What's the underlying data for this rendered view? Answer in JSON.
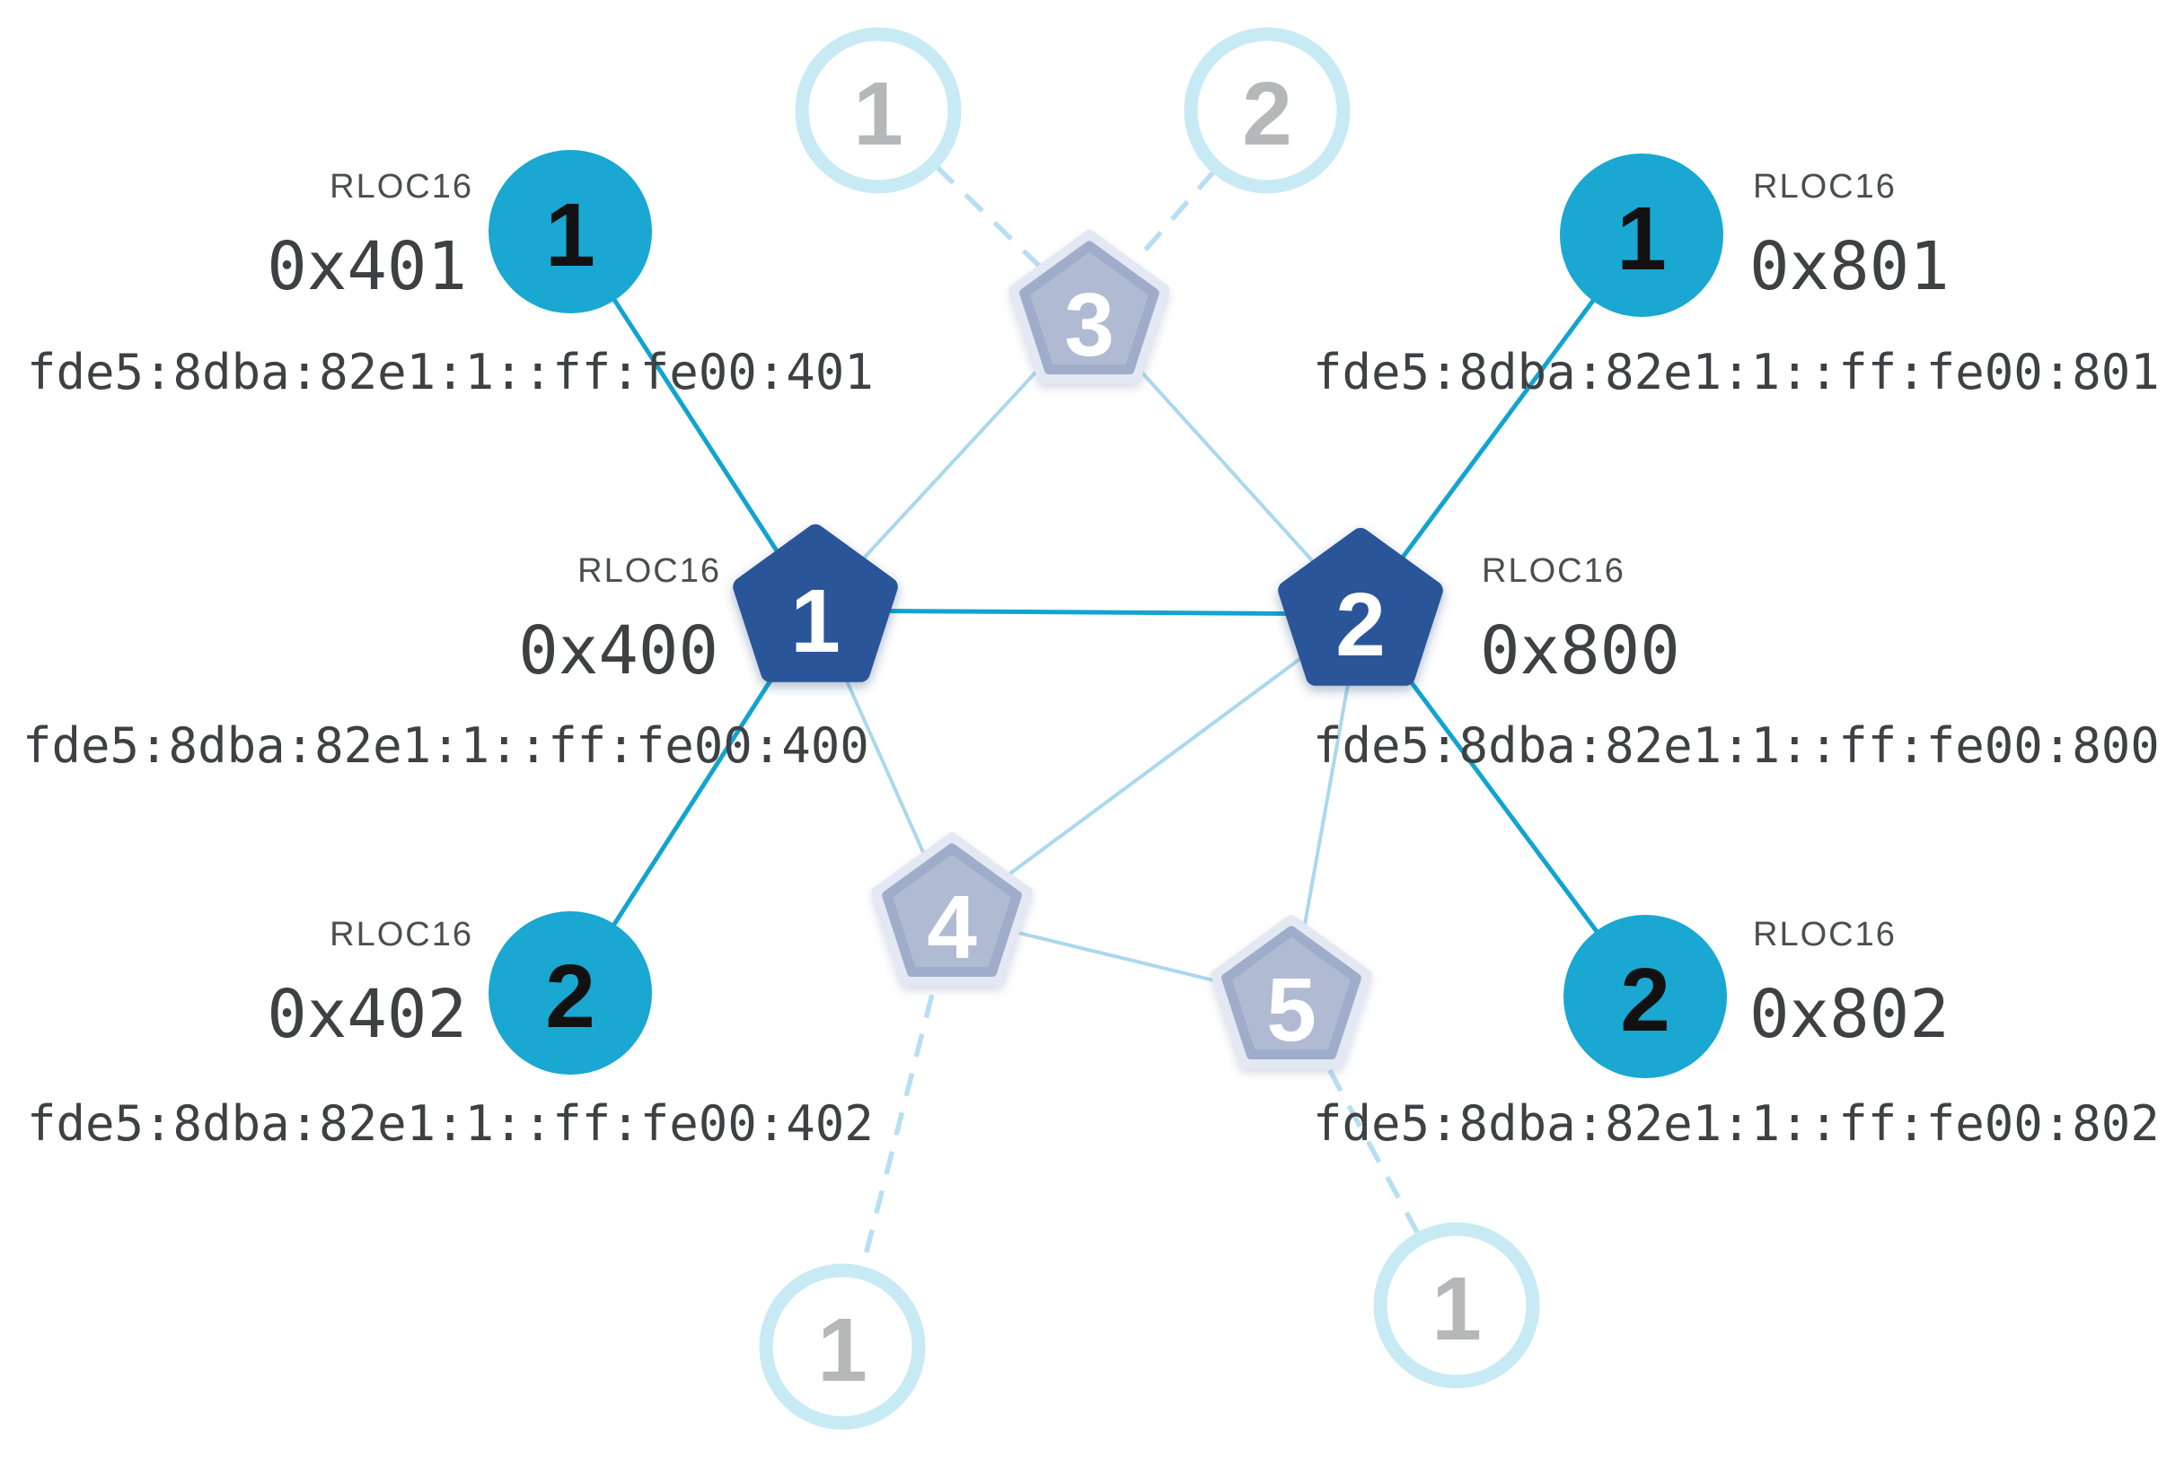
{
  "labels": {
    "rloc16": "RLOC16"
  },
  "routers": {
    "r400": {
      "number": "1",
      "rloc16": "0x400",
      "ipv6": "fde5:8dba:82e1:1::ff:fe00:400"
    },
    "r800": {
      "number": "2",
      "rloc16": "0x800",
      "ipv6": "fde5:8dba:82e1:1::ff:fe00:800"
    },
    "r3": {
      "number": "3"
    },
    "r4": {
      "number": "4"
    },
    "r5": {
      "number": "5"
    }
  },
  "children": {
    "c401": {
      "number": "1",
      "rloc16": "0x401",
      "ipv6": "fde5:8dba:82e1:1::ff:fe00:401"
    },
    "c402": {
      "number": "2",
      "rloc16": "0x402",
      "ipv6": "fde5:8dba:82e1:1::ff:fe00:402"
    },
    "c801": {
      "number": "1",
      "rloc16": "0x801",
      "ipv6": "fde5:8dba:82e1:1::ff:fe00:801"
    },
    "c802": {
      "number": "2",
      "rloc16": "0x802",
      "ipv6": "fde5:8dba:82e1:1::ff:fe00:802"
    }
  },
  "faded_children": {
    "top_left": {
      "number": "1"
    },
    "top_right": {
      "number": "2"
    },
    "bottom_left": {
      "number": "1"
    },
    "bottom_right": {
      "number": "1"
    }
  },
  "colors": {
    "link_active": "#12a4d0",
    "link_mesh": "#aad8ee",
    "link_dashed": "#b7dff3",
    "node_router_active": "#2c5499",
    "node_router_faded": "#b0bbd3",
    "node_router_faded_border": "#9fadca",
    "node_router_faded_halo": "#e4e8f2",
    "node_child_active": "#1aa7d1",
    "node_child_faded_ring": "#c8eaf4",
    "num_on_teal": "#111111",
    "num_faded": "#b5b7b9",
    "text_dark": "#3e4043",
    "text_label": "#4b4d50"
  }
}
